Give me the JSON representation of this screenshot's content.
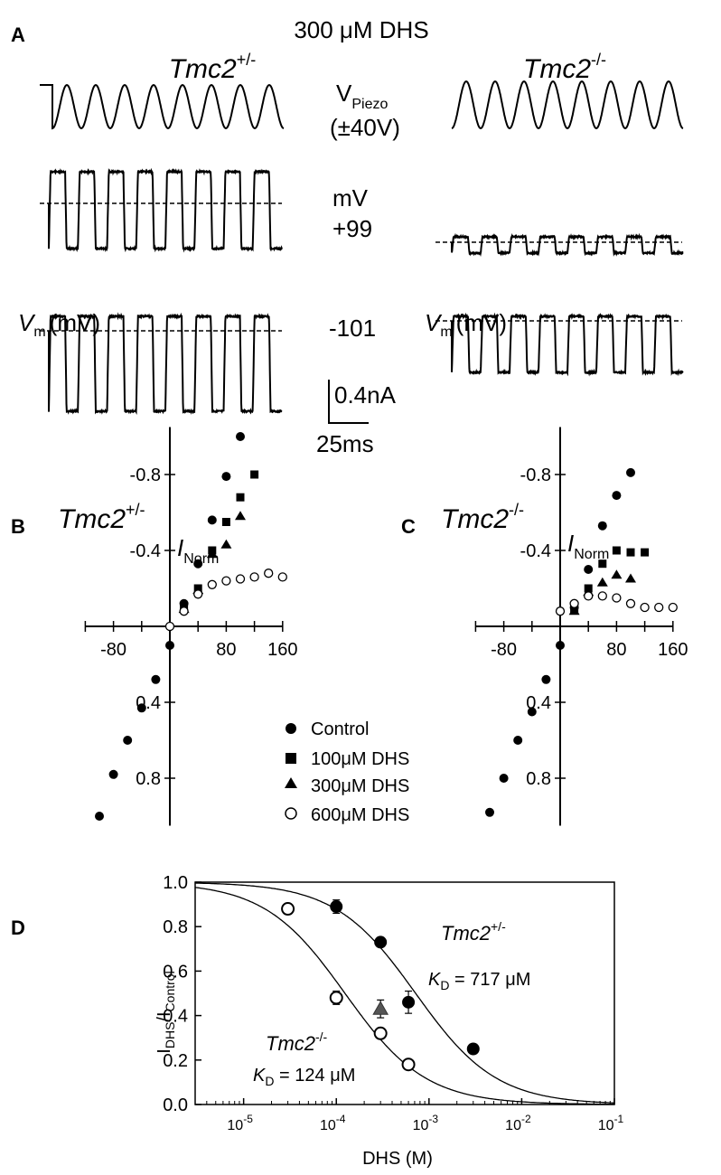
{
  "panel_a": {
    "label": "A",
    "title": "300 μM DHS",
    "genotype_left": "Tmc2",
    "genotype_left_sup": "+/-",
    "genotype_right": "Tmc2",
    "genotype_right_sup": "-/-",
    "vpiezo_label": "V",
    "vpiezo_sub": "Piezo",
    "vpiezo_range": "(±40V)",
    "mv_label": "mV",
    "voltage_pos": "+99",
    "voltage_neg": "-101",
    "scale_current": "0.4nA",
    "scale_time": "25ms"
  },
  "panel_b": {
    "label": "B",
    "genotype": "Tmc2",
    "genotype_sup": "+/-"
  },
  "panel_c": {
    "label": "C",
    "genotype": "Tmc2",
    "genotype_sup": "-/-"
  },
  "iv_axes": {
    "ylabel_i": "I",
    "ylabel_sub": "Norm",
    "xlabel_v": "V",
    "xlabel_sub": "m",
    "xlabel_unit": "(mV)",
    "x_ticks": [
      "-80",
      "80",
      "160"
    ],
    "y_ticks_up": [
      "-0.8",
      "-0.4"
    ],
    "y_ticks_down": [
      "0.4",
      "0.8"
    ]
  },
  "legend": [
    "Control",
    "100μM DHS",
    "300μM DHS",
    "600μM DHS"
  ],
  "panel_d": {
    "label": "D",
    "ylabel": "I",
    "ylabel_sub1": "DHS",
    "ylabel_mid": "/I",
    "ylabel_sub2": "Control",
    "xlabel": "DHS (M)",
    "y_ticks": [
      "0.0",
      "0.2",
      "0.4",
      "0.6",
      "0.8",
      "1.0"
    ],
    "x_ticks_exp": [
      "-5",
      "-4",
      "-3",
      "-2",
      "-1"
    ],
    "het_genotype": "Tmc2",
    "het_sup": "+/-",
    "het_kd_k": "K",
    "het_kd_sub": "D",
    "het_kd_val": " = 717 μM",
    "ko_genotype": "Tmc2",
    "ko_sup": "-/-",
    "ko_kd_k": "K",
    "ko_kd_sub": "D",
    "ko_kd_val": " = 124 μM"
  },
  "chart_data": [
    {
      "type": "scatter",
      "panel": "B",
      "xlabel": "Vm (mV)",
      "ylabel": "INorm",
      "xlim": [
        -120,
        160
      ],
      "ylim": [
        -1.0,
        1.0
      ],
      "series": [
        {
          "name": "Control",
          "marker": "filled-circle",
          "x": [
            -100,
            -80,
            -60,
            -40,
            -20,
            0,
            20,
            40,
            60,
            80,
            100
          ],
          "y": [
            1.0,
            0.78,
            0.6,
            0.43,
            0.28,
            0.1,
            -0.12,
            -0.33,
            -0.56,
            -0.79,
            -1.0
          ]
        },
        {
          "name": "100μM DHS",
          "marker": "filled-square",
          "x": [
            20,
            40,
            60,
            80,
            100,
            120
          ],
          "y": [
            -0.1,
            -0.2,
            -0.4,
            -0.55,
            -0.68,
            -0.8
          ]
        },
        {
          "name": "300μM DHS",
          "marker": "filled-triangle",
          "x": [
            20,
            40,
            60,
            80,
            100
          ],
          "y": [
            -0.09,
            -0.19,
            -0.38,
            -0.43,
            -0.58
          ]
        },
        {
          "name": "600μM DHS",
          "marker": "open-circle",
          "x": [
            0,
            20,
            40,
            60,
            80,
            100,
            120,
            140,
            160
          ],
          "y": [
            0,
            -0.08,
            -0.17,
            -0.22,
            -0.24,
            -0.25,
            -0.26,
            -0.28,
            -0.26
          ]
        }
      ]
    },
    {
      "type": "scatter",
      "panel": "C",
      "xlabel": "Vm (mV)",
      "ylabel": "INorm",
      "xlim": [
        -120,
        160
      ],
      "ylim": [
        -1.0,
        1.0
      ],
      "series": [
        {
          "name": "Control",
          "marker": "filled-circle",
          "x": [
            -100,
            -80,
            -60,
            -40,
            -20,
            0,
            20,
            40,
            60,
            80,
            100
          ],
          "y": [
            0.98,
            0.8,
            0.6,
            0.45,
            0.28,
            0.1,
            -0.1,
            -0.3,
            -0.53,
            -0.69,
            -0.81
          ]
        },
        {
          "name": "100μM DHS",
          "marker": "filled-square",
          "x": [
            20,
            40,
            60,
            80,
            100,
            120
          ],
          "y": [
            -0.09,
            -0.2,
            -0.33,
            -0.4,
            -0.39,
            -0.39
          ]
        },
        {
          "name": "300μM DHS",
          "marker": "filled-triangle",
          "x": [
            20,
            40,
            60,
            80,
            100
          ],
          "y": [
            -0.08,
            -0.18,
            -0.23,
            -0.27,
            -0.25
          ]
        },
        {
          "name": "600μM DHS",
          "marker": "open-circle",
          "x": [
            0,
            20,
            40,
            60,
            80,
            100,
            120,
            140,
            160
          ],
          "y": [
            -0.08,
            -0.12,
            -0.16,
            -0.16,
            -0.15,
            -0.12,
            -0.1,
            -0.1,
            -0.1
          ]
        }
      ]
    },
    {
      "type": "scatter",
      "panel": "D",
      "xlabel": "DHS (M)",
      "ylabel": "IDHS/IControl",
      "xscale": "log",
      "xlim": [
        3e-06,
        0.1
      ],
      "ylim": [
        0,
        1.0
      ],
      "series": [
        {
          "marker": "filled-circle",
          "x": [
            0.0001,
            0.0003,
            0.0006,
            0.003
          ],
          "y": [
            0.89,
            0.73,
            0.46,
            0.25
          ],
          "err": [
            0.03,
            0.02,
            0.05,
            0.015
          ]
        },
        {
          "marker": "open-circle",
          "x": [
            3e-05,
            0.0001,
            0.0003,
            0.0006
          ],
          "y": [
            0.88,
            0.48,
            0.32,
            0.18
          ],
          "err": [
            0.02,
            0.03,
            0.015,
            0.01
          ]
        },
        {
          "marker": "gray-triangle",
          "x": [
            0.0003
          ],
          "y": [
            0.43
          ],
          "err": [
            0.04
          ]
        }
      ],
      "fits": [
        {
          "kd": 0.000717,
          "hill": 1
        },
        {
          "kd": 0.000124,
          "hill": 1
        }
      ]
    }
  ]
}
